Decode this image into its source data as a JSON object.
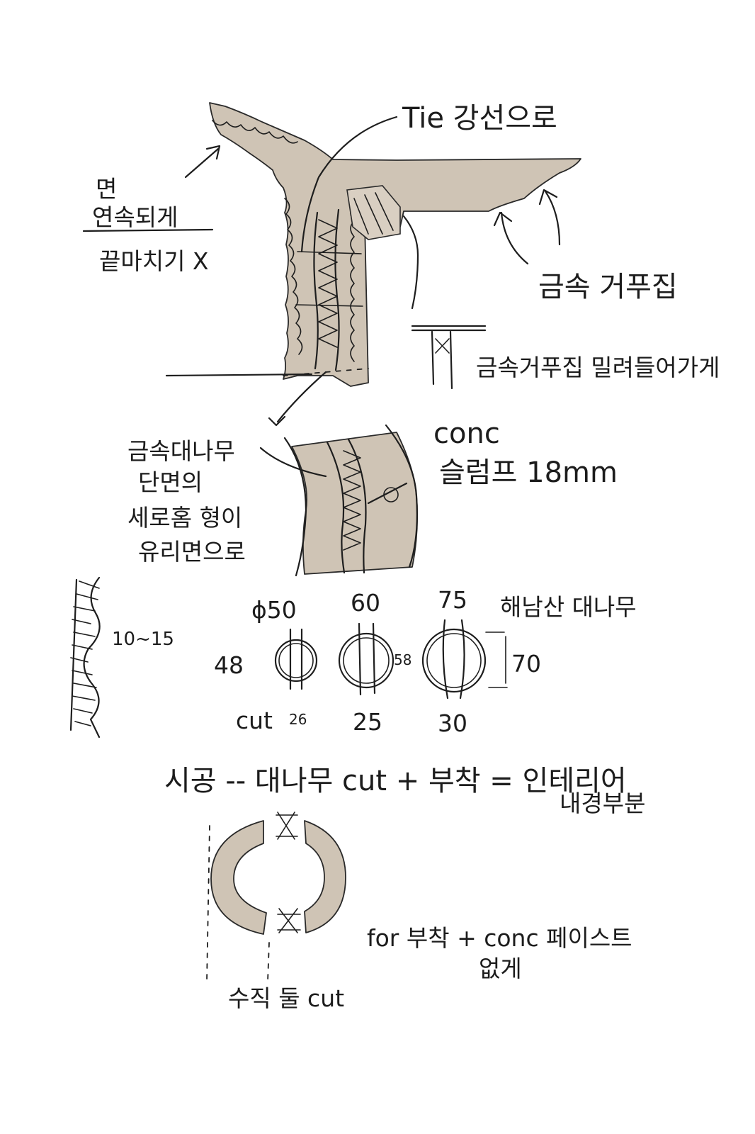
{
  "annotations": {
    "tie_label": "Tie 강선으로",
    "left_note_line1": "면",
    "left_note_line2": "연속되게",
    "left_note_line3": "끝마치기 X",
    "right_note": "금속 거푸집",
    "detail_note": "금속거푸집 밀려들어가게",
    "middle_left_line1": "금속대나무",
    "middle_left_line2": "단면의",
    "middle_left_line3": "세로홈 형이",
    "middle_left_line4": "유리면으로",
    "conc_line1": "conc",
    "conc_line2": "슬럼프 18mm",
    "range_label": "10~15",
    "species_note": "해남산 대나무",
    "sec1_top": "ϕ50",
    "sec1_left": "48",
    "sec1_bottom": "26",
    "cut_label": "cut",
    "sec2_top": "60",
    "sec2_right": "58",
    "sec2_bottom": "25",
    "sec3_top": "75",
    "sec3_right": "70",
    "sec3_bottom": "30",
    "formula_line1": "시공 -- 대나무 cut + 부착 = 인테리어",
    "formula_line2": "내경부분",
    "for_note_line1": "for 부착 + conc 페이스트",
    "for_note_line2": "없게",
    "bottom_label": "수직 둘 cut"
  },
  "colors": {
    "ink": "#1e1e1e",
    "wash": "#cfc4b5",
    "paper": "#ffffff"
  }
}
